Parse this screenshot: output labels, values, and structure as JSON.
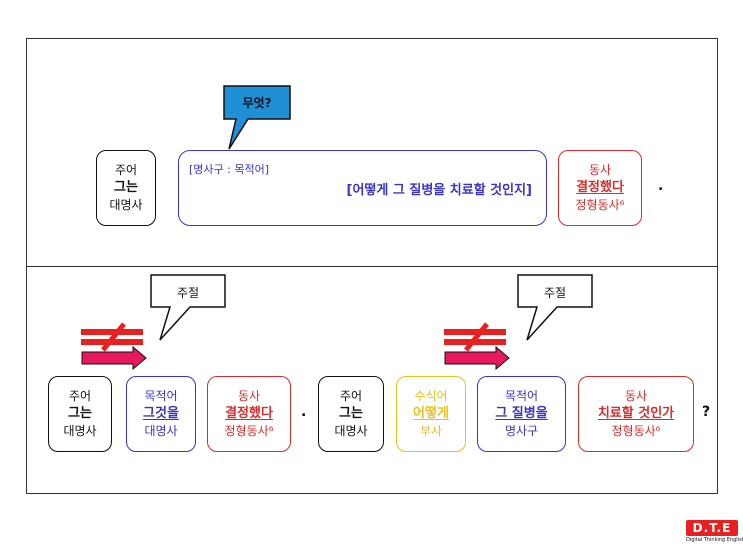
{
  "top": {
    "callout": "무엇?",
    "subject": {
      "role": "주어",
      "word": "그는",
      "pos": "대명사"
    },
    "object_clause": {
      "tag": "[명사구 : 목적어]",
      "text": "[어떻게 그 질병을 치료할 것인지]"
    },
    "verb": {
      "role": "동사",
      "word": "결정했다",
      "pos": "정형동사⁶"
    },
    "end_punct": "."
  },
  "bottom": {
    "callout_left": "주절",
    "callout_right": "주절",
    "cards": [
      {
        "role": "주어",
        "word": "그는",
        "pos": "대명사"
      },
      {
        "role": "목적어",
        "word": "그것을",
        "pos": "대명사"
      },
      {
        "role": "동사",
        "word": "결정했다",
        "pos": "정형동사⁶"
      },
      {
        "role": "주어",
        "word": "그는",
        "pos": "대명사"
      },
      {
        "role": "수식어",
        "word": "어떻게",
        "pos": "부사"
      },
      {
        "role": "목적어",
        "word": "그 질병을",
        "pos": "명사구"
      },
      {
        "role": "동사",
        "word": "치료할 것인가",
        "pos": "정형동사⁶"
      }
    ],
    "mid_punct": ".",
    "end_punct": "?"
  },
  "colors": {
    "black": "#111111",
    "blue": "#3a33c8",
    "red": "#d62d2d",
    "yellow": "#e8c21a",
    "pink": "#e8195f",
    "callout_blue": "#1f8fd6"
  },
  "logo": {
    "mark": "D.T.E",
    "caption": "Digital Thinking English"
  }
}
